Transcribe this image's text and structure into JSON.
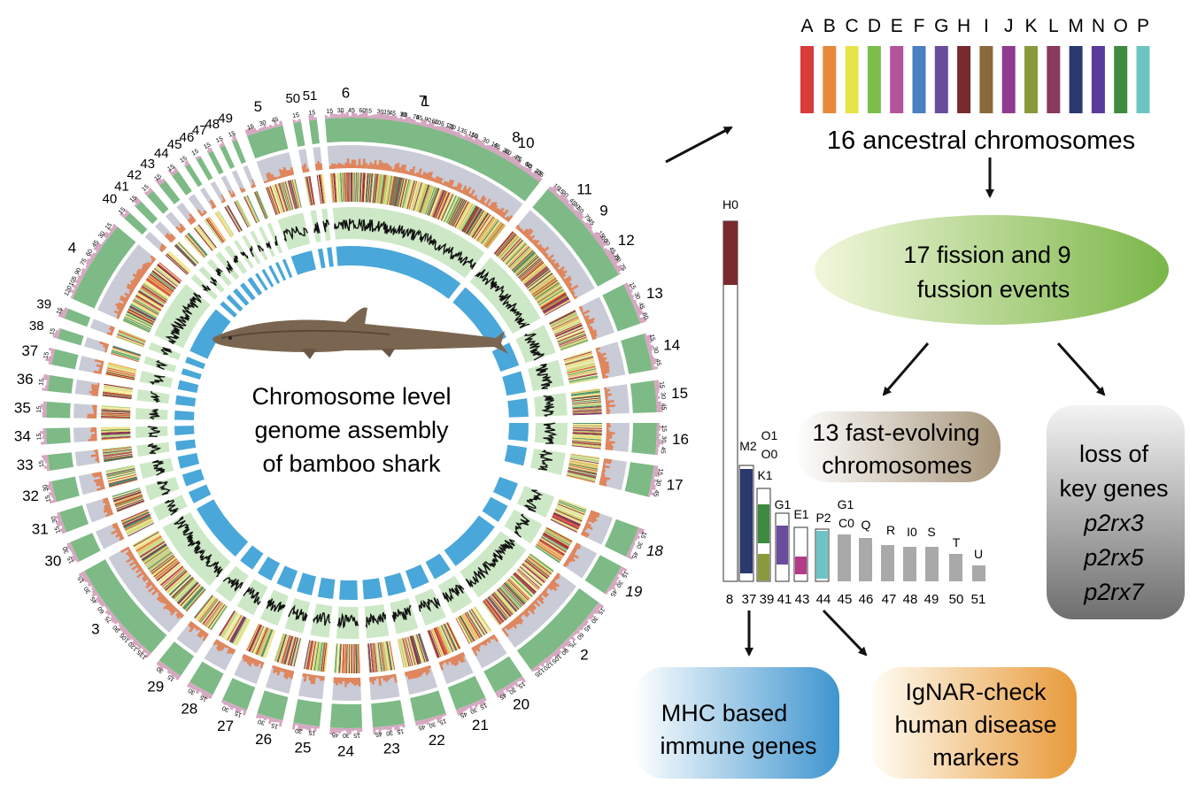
{
  "center": {
    "line1": "Chromosome level",
    "line2": "genome assembly",
    "line3": "of bamboo shark",
    "fish_icon": "bamboo-shark-photo"
  },
  "circos": {
    "chromosomes": [
      "1",
      "10",
      "11",
      "12",
      "13",
      "14",
      "15",
      "16",
      "17",
      "18",
      "19",
      "2",
      "20",
      "21",
      "22",
      "23",
      "24",
      "25",
      "26",
      "27",
      "28",
      "29",
      "3",
      "30",
      "31",
      "32",
      "33",
      "34",
      "35",
      "36",
      "37",
      "38",
      "39",
      "4",
      "40",
      "41",
      "42",
      "43",
      "44",
      "45",
      "46",
      "47",
      "48",
      "49",
      "5",
      "50",
      "51",
      "6",
      "7",
      "8",
      "9"
    ],
    "italic_labels": [
      "18",
      "19"
    ],
    "tick_labels_chr1": [
      "15",
      "30",
      "45",
      "60",
      "75",
      "90",
      "105",
      "120",
      "135",
      "150"
    ],
    "tick_labels_short": [
      "15",
      "30",
      "45",
      "60",
      "75"
    ],
    "tick_labels_chr3": [
      "135",
      "120",
      "105",
      "90",
      "75",
      "60",
      "45",
      "30",
      "15"
    ],
    "tick_labels_chr2": [
      "15",
      "30",
      "45",
      "60",
      "75",
      "90",
      "105",
      "120",
      "135"
    ],
    "tick_labels_chr4": [
      "120",
      "105",
      "90",
      "75",
      "60",
      "45",
      "30",
      "15"
    ],
    "tick_labels_chr8": [
      "15",
      "30",
      "45",
      "60",
      "75",
      "90",
      "105"
    ],
    "colors": {
      "outer_green": "#7dba86",
      "outer_pink": "#d4a6bf",
      "grey_band": "#c9cbd6",
      "orange_band": "#e0845a",
      "ring_lightgreen": "#cde8c6",
      "ring_blue": "#4aa7d9",
      "trace": "#111111"
    }
  },
  "ancestral": {
    "letters": [
      "A",
      "B",
      "C",
      "D",
      "E",
      "F",
      "G",
      "H",
      "I",
      "J",
      "K",
      "L",
      "M",
      "N",
      "O",
      "P"
    ],
    "colors": [
      "#d93a3a",
      "#e8893a",
      "#e6e44a",
      "#7bbf4a",
      "#b4549b",
      "#4a7fc0",
      "#6a4c9c",
      "#7a2a2e",
      "#8a6a3a",
      "#8e3a8e",
      "#8a9a3a",
      "#8a3a5e",
      "#2a3a6e",
      "#5a3a9a",
      "#3e8a3e",
      "#6ec4c4"
    ],
    "caption": "16 ancestral chromosomes"
  },
  "events": {
    "line1": "17 fission and 9",
    "line2": "fussion events"
  },
  "fast_evolving": {
    "line1": "13 fast-evolving",
    "line2": "chromosomes"
  },
  "loss": {
    "line1": "loss of",
    "line2": "key genes",
    "genes": [
      "p2rx3",
      "p2rx5",
      "p2rx7"
    ]
  },
  "mhc": {
    "line1": "MHC based",
    "line2": "immune genes"
  },
  "ignar": {
    "line1": "IgNAR-check",
    "line2": "human disease",
    "line3": "markers"
  },
  "bars": {
    "x_labels": [
      "8",
      "37",
      "39",
      "41",
      "43",
      "44",
      "45",
      "46",
      "47",
      "48",
      "49",
      "50",
      "51"
    ],
    "top_labels": [
      "H0",
      "M2",
      "O1",
      "O0",
      "K1",
      "G1",
      "E1",
      "P2",
      "G1",
      "C0",
      "Q",
      "R",
      "I0",
      "S",
      "T",
      "U"
    ]
  }
}
